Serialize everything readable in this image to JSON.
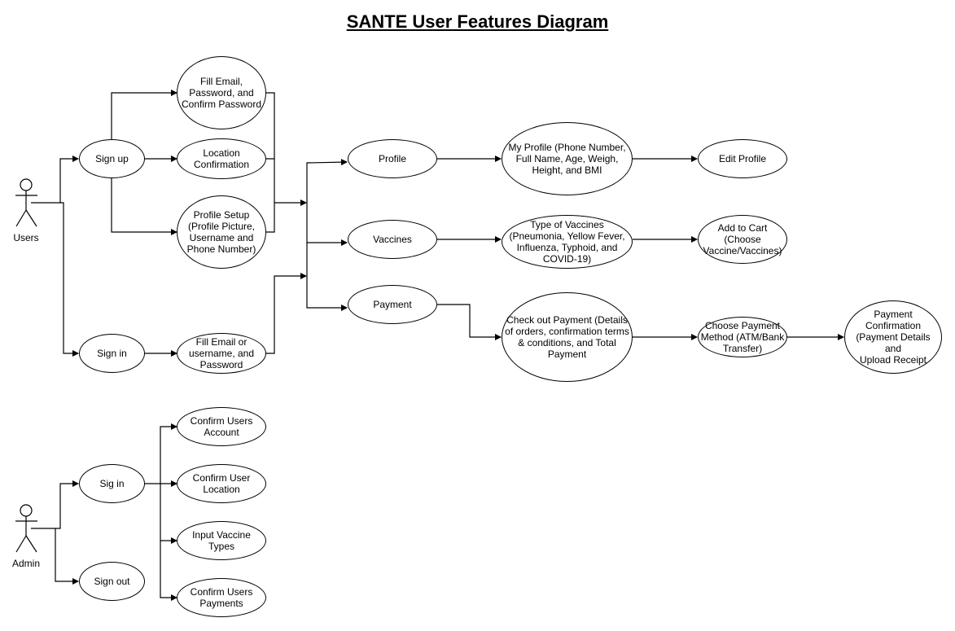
{
  "title": "SANTE User Features Diagram",
  "actors": {
    "users": "Users",
    "admin": "Admin"
  },
  "nodes": {
    "sign_up": "Sign up",
    "sign_in": "Sign in",
    "fill_email_password": "Fill Email,\nPassword, and\nConfirm Password",
    "location_confirmation": "Location\nConfirmation",
    "profile_setup": "Profile Setup\n(Profile Picture,\nUsername and\nPhone Number)",
    "fill_email_or_username": "Fill Email or\nusername, and\nPassword",
    "profile": "Profile",
    "vaccines": "Vaccines",
    "payment": "Payment",
    "my_profile": "My Profile (Phone Number,\nFull Name, Age, Weigh,\nHeight, and BMI",
    "type_of_vaccines": "Type of Vaccines\n(Pneumonia, Yellow Fever,\nInfluenza, Typhoid, and\nCOVID-19)",
    "check_out_payment": "Check out Payment (Details\nof orders, confirmation terms\n& conditions, and Total\nPayment",
    "edit_profile": "Edit Profile",
    "add_to_cart": "Add to Cart\n(Choose\nVaccine/Vaccines)",
    "choose_payment_method": "Choose Payment\nMethod (ATM/Bank\nTransfer)",
    "payment_confirmation": "Payment\nConfirmation\n(Payment Details and\nUpload Receipt",
    "admin_sign_in": "Sig in",
    "admin_sign_out": "Sign out",
    "confirm_users_account": "Confirm Users\nAccount",
    "confirm_user_location": "Confirm User\nLocation",
    "input_vaccine_types": "Input Vaccine\nTypes",
    "confirm_users_payments": "Confirm Users\nPayments"
  }
}
